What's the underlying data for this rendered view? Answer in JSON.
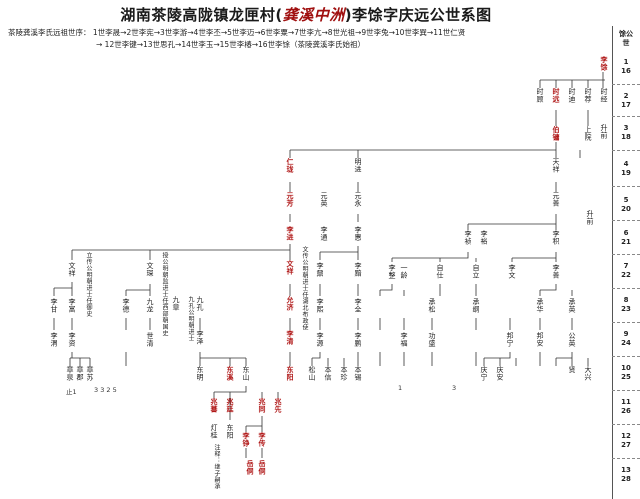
{
  "title": {
    "prefix": "湖南茶陵高陇镇龙匣村(",
    "seal": "龚溪中洲",
    "suffix": ")李馀字庆远公世系图"
  },
  "lineage": {
    "line1": "茶陵龚溪李氏远祖世序：   1世李晟→2世李宪→3世李游→4世李丕→5世李迈→6世李粟→7世李亢→8世光祖→9世李兔→10世李巽→11世仁贤",
    "line2": "→ 12世李键→13世思孔→14世李玉→15世李椿→16世李馀（茶陵龚溪李氏始祖）"
  },
  "generation_header": {
    "a": "馀公",
    "b": "世"
  },
  "generations": [
    {
      "a": "1",
      "b": "16"
    },
    {
      "a": "2",
      "b": "17"
    },
    {
      "a": "3",
      "b": "18"
    },
    {
      "a": "4",
      "b": "19"
    },
    {
      "a": "5",
      "b": "20"
    },
    {
      "a": "6",
      "b": "21"
    },
    {
      "a": "7",
      "b": "22"
    },
    {
      "a": "8",
      "b": "23"
    },
    {
      "a": "9",
      "b": "24"
    },
    {
      "a": "10",
      "b": "25"
    },
    {
      "a": "11",
      "b": "26"
    },
    {
      "a": "12",
      "b": "27"
    },
    {
      "a": "13",
      "b": "28"
    }
  ],
  "nodes": {
    "n1": "李馀",
    "n2a": "时顾",
    "n2b": "时远",
    "n2c": "时迪",
    "n2d": "时荐",
    "n2e": "时经",
    "n3a": "伯镛",
    "n3b": "上院",
    "n3c": "升前",
    "n4a": "仁珑",
    "n4b": "明进",
    "n4c": "天祥",
    "n5a": "元芳",
    "n5b": "元英",
    "n5c": "元永",
    "n5d": "元善",
    "n5e": "升前",
    "n6a": "李进",
    "n6b": "李通",
    "n6c": "李惠",
    "n6d": "李祯",
    "n6e": "李裕",
    "n6f": "李积",
    "n7a": "文祥",
    "n7b": "文琛",
    "n7c": "文祥",
    "n7d": "李鼐",
    "n7e": "李黯",
    "n7f": "李整",
    "n7g": "一龄",
    "n7h": "自仕",
    "n7i": "自立",
    "n7j": "李文",
    "n7k": "李善",
    "n8a": "李甘",
    "n8b": "李富",
    "n8c": "李德",
    "n8d": "九龙",
    "n8e": "九章",
    "n8f": "九孔",
    "n8g": "允济",
    "n8h": "李熙",
    "n8i": "李全",
    "n8j": "承松",
    "n8k": "承纲",
    "n8l": "承华",
    "n8m": "承英",
    "n9a": "李渭",
    "n9b": "李资",
    "n9c": "世清",
    "n9d": "李泽",
    "n9e": "李清",
    "n9f": "李源",
    "n9g": "李鹏",
    "n9h": "李福",
    "n9i": "功盛",
    "n9j": "邦宁",
    "n9k": "邦安",
    "n9l": "公英",
    "n10a": "章泉",
    "n10b": "章郡",
    "n10c": "章苏",
    "n10d": "东明",
    "n10e": "东溪",
    "n10f": "东山",
    "n10g": "东阳",
    "n10h": "松山",
    "n10i": "本信",
    "n10j": "本珍",
    "n10k": "本锡",
    "n10l": "庆宁",
    "n10m": "庆安",
    "n10n": "贤",
    "n10o": "大兴",
    "n11a": "兆蕃",
    "n11b": "兆廷",
    "n11c": "兆同",
    "n11d": "兆先",
    "n11e": "灯桂",
    "n11f": "东阳",
    "n12a": "李铮",
    "n12b": "李传",
    "n13a": "岳侗",
    "n13b": "岳侗"
  },
  "side_notes": {
    "s1": "立传公明朝进士任御史",
    "s2": "授公明朝监进士任西部朝国史",
    "s3": "文传公明朝进士任湖北布政使",
    "s4": "九孔公明朝进士",
    "s5": "注释：继子嗣承"
  },
  "footnotes": {
    "f1": "止1",
    "f2": "3 3 2 5",
    "f3": "1",
    "f4": "3"
  }
}
